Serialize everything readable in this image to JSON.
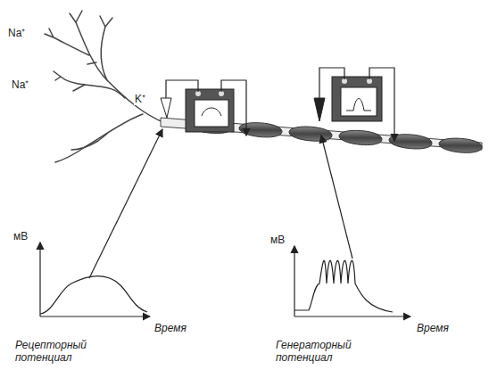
{
  "diagram": {
    "labels": [
      "Na⁺",
      "Na⁺",
      "K⁺",
      "мВ",
      "Время",
      "Рецепторный потенциал",
      "мВ",
      "Время",
      "Генераторный потенциал"
    ]
  }
}
